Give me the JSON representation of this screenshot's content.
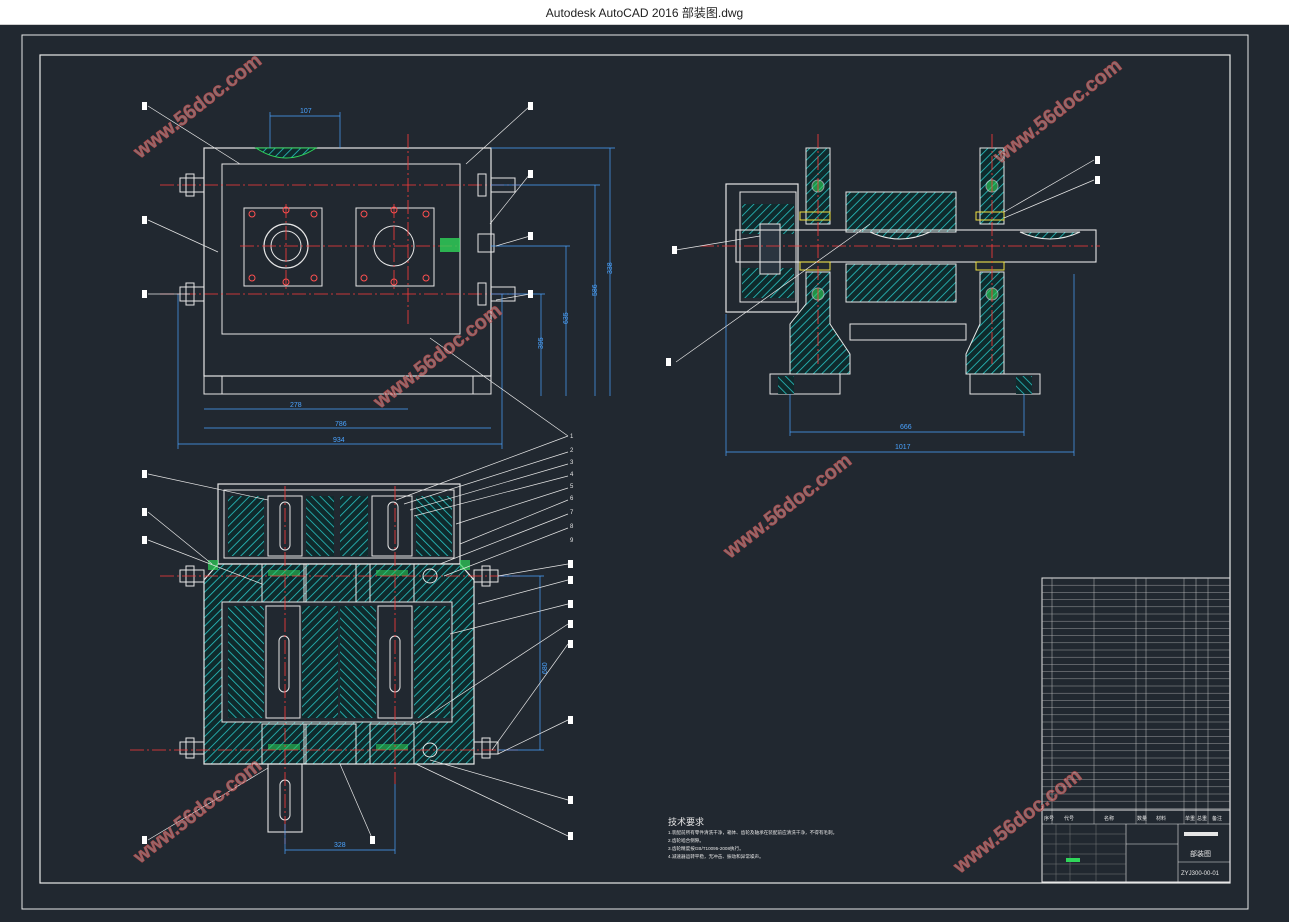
{
  "window": {
    "title": "Autodesk AutoCAD 2016    部装图.dwg"
  },
  "drawing": {
    "watermark": "www.56doc.com",
    "dimensions": {
      "top_width": "107",
      "front_h1": "338",
      "front_h2": "586",
      "front_h3": "635",
      "front_h4": "395",
      "front_w1": "278",
      "front_w2": "786",
      "front_w3": "934",
      "side_w1": "666",
      "side_w2": "1017",
      "plan_w": "328",
      "plan_h": "680"
    },
    "balloon_numbers": [
      "1",
      "2",
      "3",
      "4",
      "5",
      "6",
      "7",
      "8",
      "9"
    ],
    "tech_title": "技术要求",
    "tech_lines": [
      "1.装配前所有零件清洗干净，箱体、齿轮及轴承在装配前应清洗干净，不得有毛刺。",
      "2.齿轮啮合侧隙。",
      "3.齿轮精度按GB/T10095-2008执行。",
      "4.减速器运转平稳，无冲击、振动和异常噪声。"
    ],
    "title_block": {
      "name": "部装图",
      "drawing_no": "ZYJ300-00-01",
      "header_cols": [
        "序号",
        "代号",
        "名称",
        "数量",
        "材料",
        "单重",
        "总重",
        "备注"
      ]
    }
  }
}
